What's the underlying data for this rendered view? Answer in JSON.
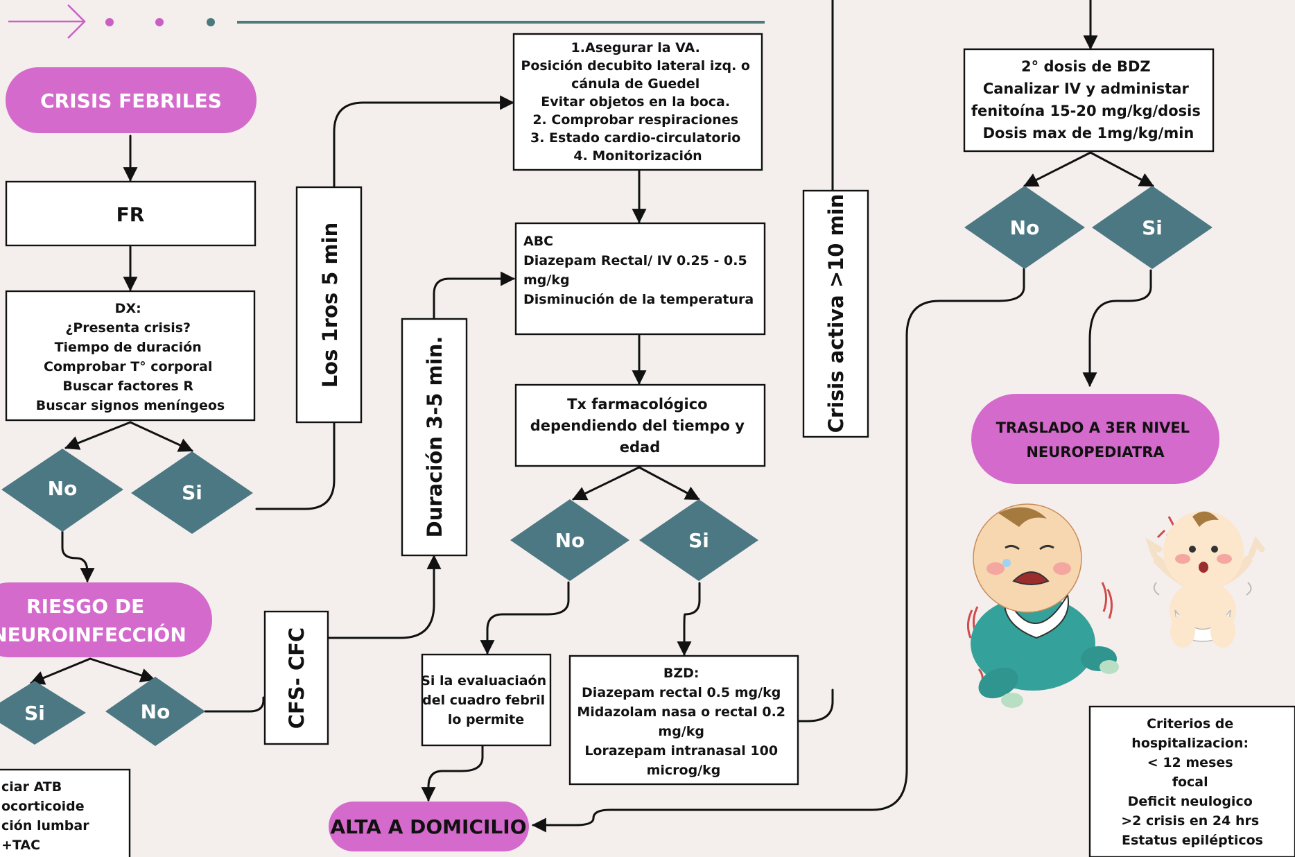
{
  "header": {
    "decoration": "arrow-and-dots"
  },
  "start": {
    "label": "CRISIS FEBRILES"
  },
  "fr_box": {
    "label": "FR"
  },
  "dx_box": {
    "lines": [
      "DX:",
      "¿Presenta crisis?",
      "Tiempo de duración",
      "Comprobar T° corporal",
      "Buscar factores R",
      "Buscar signos meníngeos"
    ]
  },
  "dx_decision": {
    "no": "No",
    "si": "Si"
  },
  "riesgo": {
    "lines": [
      "RIESGO DE",
      "NEUROINFECCIÓN"
    ]
  },
  "riesgo_decision": {
    "si": "Si",
    "no": "No"
  },
  "atb_box": {
    "lines": [
      "ciar ATB",
      "ocorticoide",
      "ción lumbar",
      "+TAC"
    ]
  },
  "vertical_labels": {
    "primeros": "Los 1ros 5 min",
    "duracion": "Duración 3-5 min.",
    "cfs": "CFS- CFC",
    "activa": "Crisis activa >10 min"
  },
  "va_box": {
    "lines": [
      "1.Asegurar la VA.",
      "Posición decubito lateral izq. o",
      "cánula de Guedel",
      "Evitar objetos en la boca.",
      "2. Comprobar respiraciones",
      "3. Estado cardio-circulatorio",
      "4. Monitorización"
    ]
  },
  "abc_box": {
    "lines": [
      "ABC",
      "Diazepam Rectal/ IV 0.25 - 0.5",
      "mg/kg",
      "Disminución de la temperatura"
    ]
  },
  "tx_box": {
    "lines": [
      "Tx farmacológico",
      "dependiendo del tiempo y",
      "edad"
    ]
  },
  "tx_decision": {
    "no": "No",
    "si": "Si"
  },
  "eval_box": {
    "lines": [
      "Si la evaluaciaón",
      "del cuadro febril",
      "lo permite"
    ]
  },
  "bzd_box": {
    "lines": [
      "BZD:",
      "Diazepam rectal 0.5 mg/kg",
      "Midazolam nasa o rectal  0.2",
      "mg/kg",
      "Lorazepam intranasal 100",
      "microg/kg"
    ]
  },
  "alta": {
    "label": "ALTA A DOMICILIO"
  },
  "bdz2_box": {
    "lines": [
      "2° dosis de BDZ",
      "Canalizar IV y administar",
      "fenitoína 15-20 mg/kg/dosis",
      "Dosis max de 1mg/kg/min"
    ]
  },
  "bdz2_decision": {
    "no": "No",
    "si": "Si"
  },
  "traslado": {
    "lines": [
      "TRASLADO A 3ER NIVEL",
      "NEUROPEDIATRA"
    ]
  },
  "criterios_box": {
    "lines": [
      "Criterios de",
      "hospitalizacion:",
      "< 12 meses",
      "focal",
      "Deficit neulogico",
      ">2 crisis en 24 hrs",
      "Estatus epilépticos"
    ]
  },
  "illustrations": [
    "crying-baby-illustration",
    "startled-baby-illustration"
  ],
  "colors": {
    "pill": "#d46acb",
    "diamond": "#4c7883",
    "background": "#f4efed",
    "header_line": "#4a7a7c",
    "header_arrow": "#c95fc4"
  }
}
